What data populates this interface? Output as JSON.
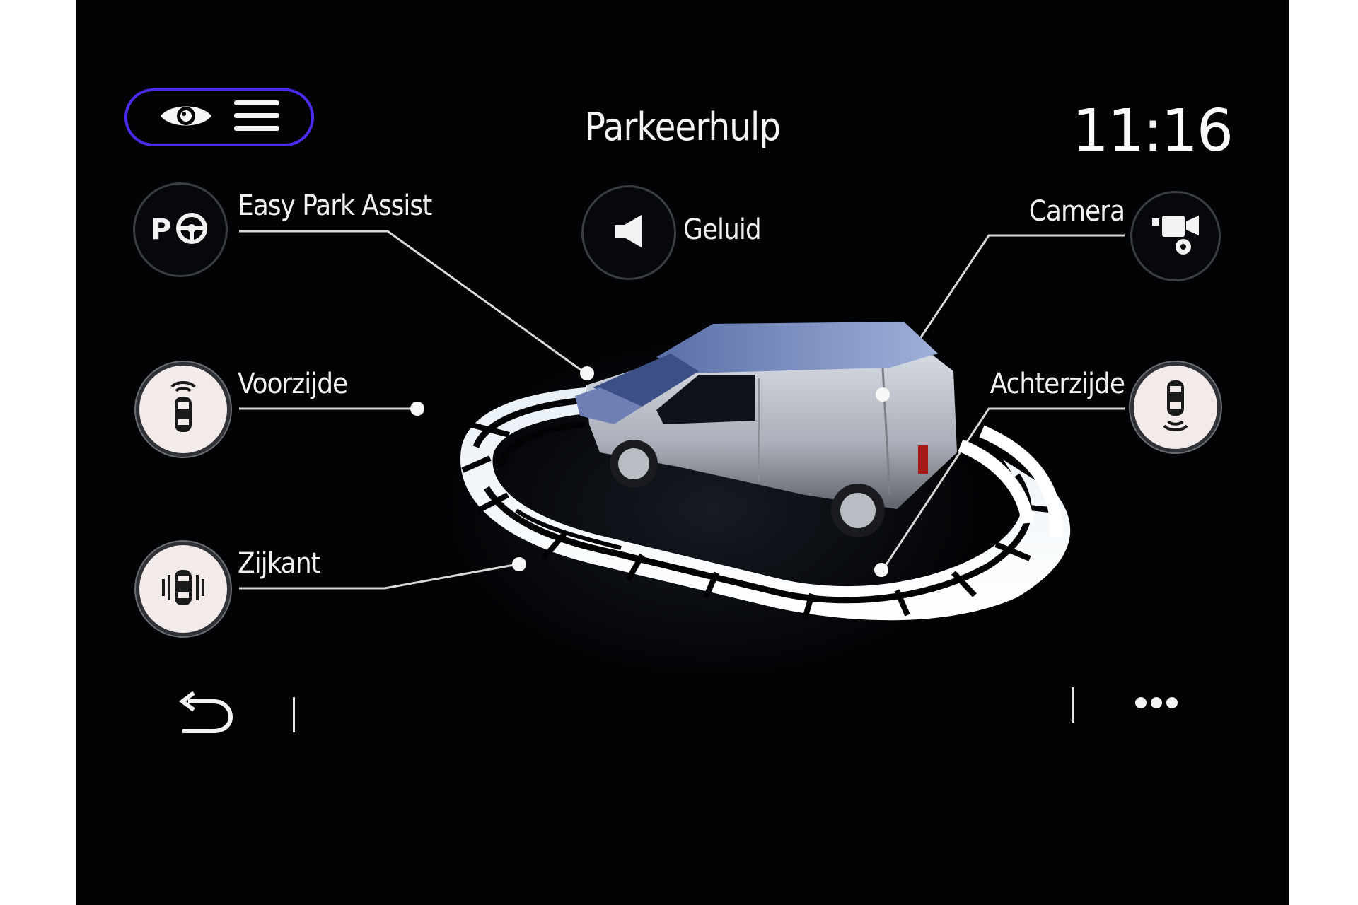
{
  "header": {
    "title": "Parkeerhulp",
    "time": "11:16",
    "mode_icons": [
      "eye-icon",
      "menu-icon"
    ]
  },
  "features": {
    "easy_park": {
      "label": "Easy Park Assist",
      "icon": "park-assist-icon",
      "active": false
    },
    "sound": {
      "label": "Geluid",
      "icon": "speaker-icon",
      "active": false
    },
    "camera": {
      "label": "Camera",
      "icon": "camera-settings-icon",
      "active": false
    },
    "front": {
      "label": "Voorzijde",
      "icon": "front-sensor-icon",
      "active": true
    },
    "rear": {
      "label": "Achterzijde",
      "icon": "rear-sensor-icon",
      "active": true
    },
    "side": {
      "label": "Zijkant",
      "icon": "side-sensor-icon",
      "active": true
    }
  },
  "footer": {
    "icons": [
      "back-icon",
      "more-icon"
    ]
  },
  "colors": {
    "background": "#020305",
    "accent": "#4a2cf0",
    "text": "#f2f2f2",
    "active_button": "#f3eaea"
  }
}
